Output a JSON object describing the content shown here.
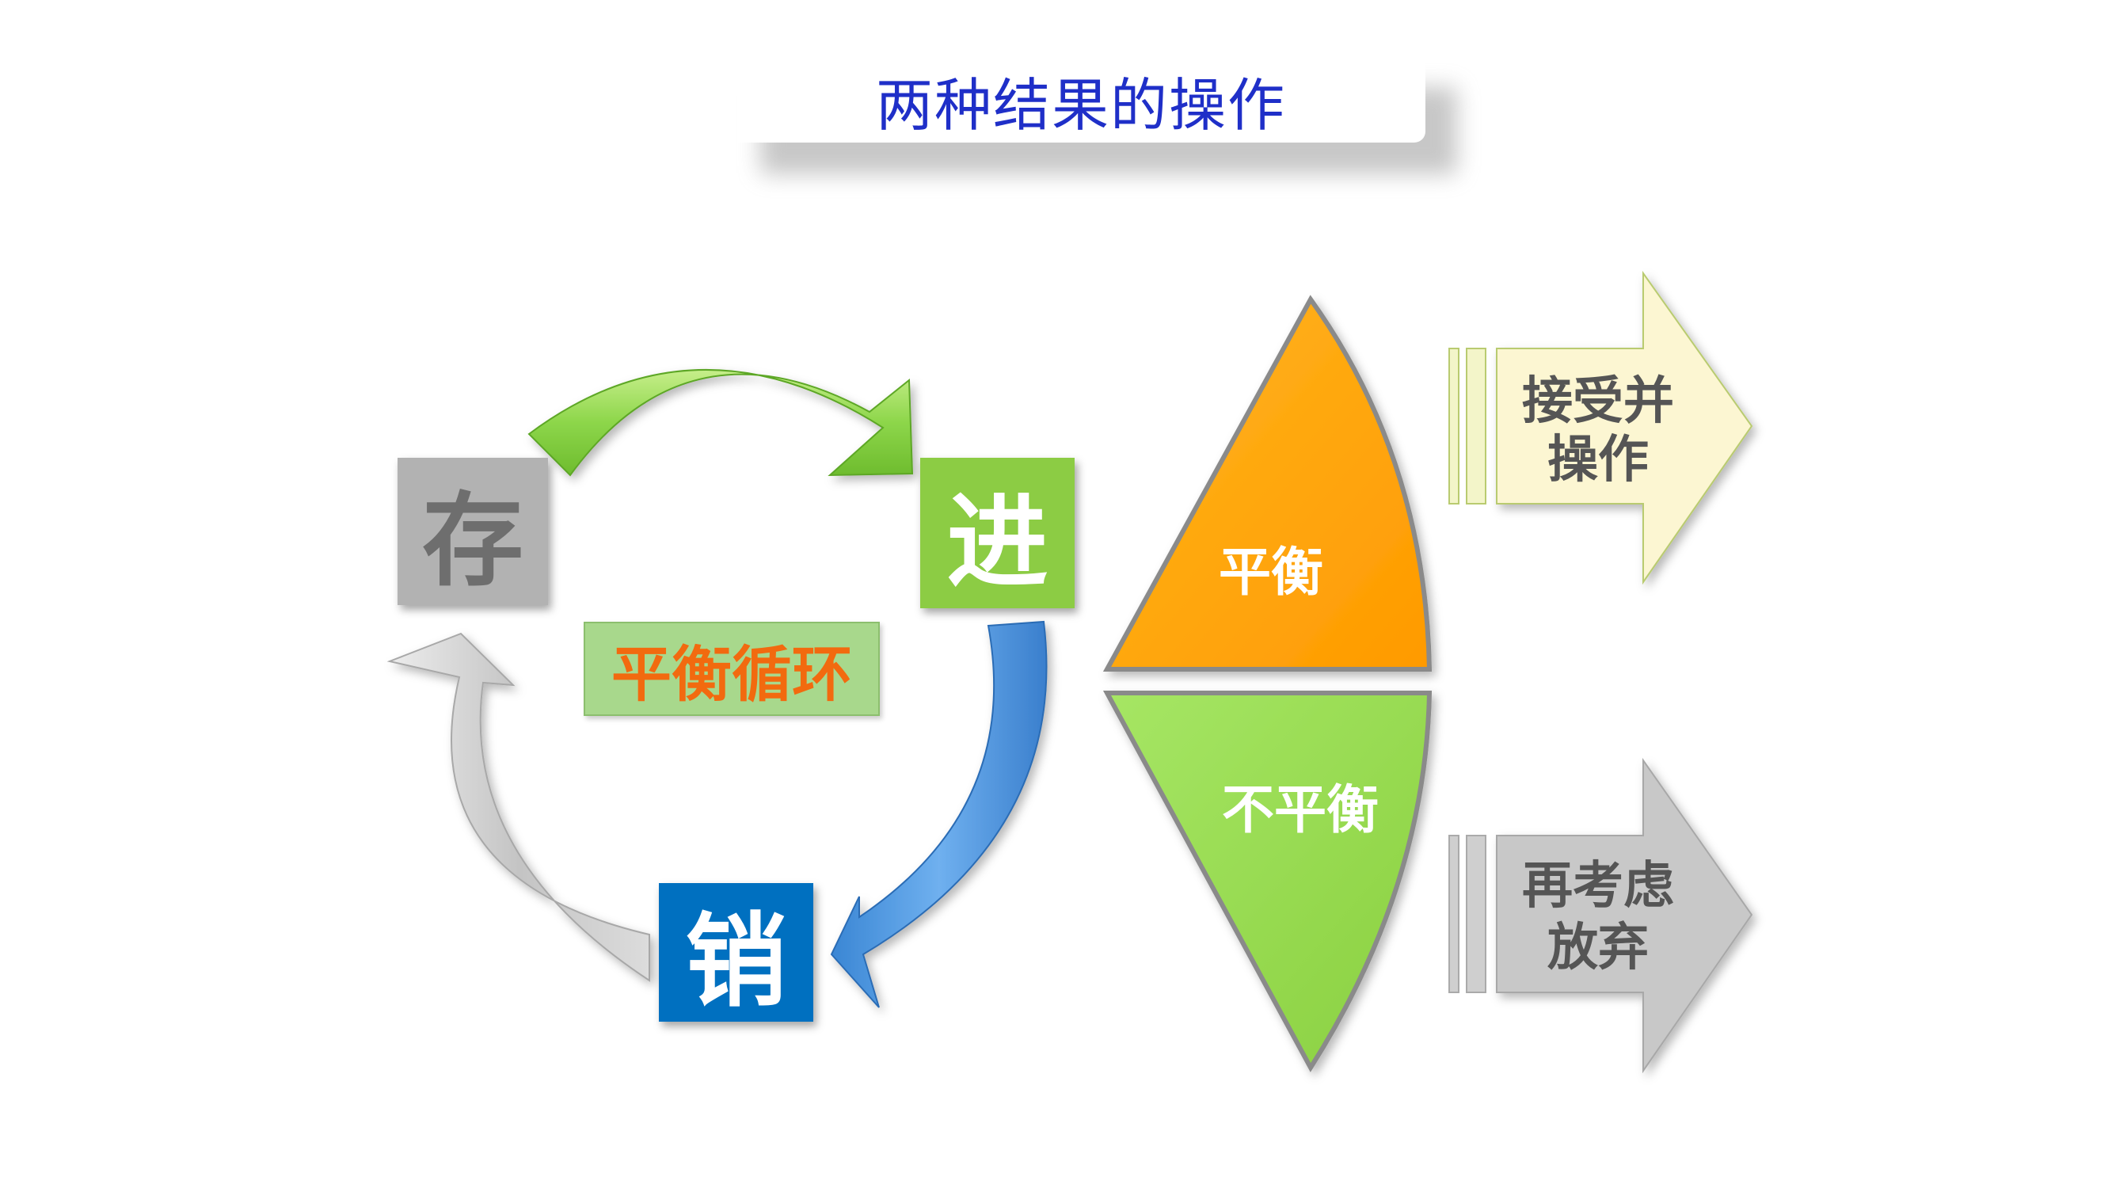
{
  "title": "两种结果的操作",
  "cycle": {
    "stock": "存",
    "purchase": "进",
    "sales": "销",
    "center_label": "平衡循环"
  },
  "results": {
    "balanced": "平衡",
    "unbalanced": "不平衡",
    "accept_line1": "接受并",
    "accept_line2": "操作",
    "reconsider_line1": "再考虑",
    "reconsider_line2": "放弃"
  },
  "colors": {
    "title_text": "#1f2fc8",
    "green_node": "#8ccc44",
    "gray_node": "#b2b2b2",
    "blue_node": "#0070c0",
    "orange_triangle": "#ffa300",
    "green_triangle": "#9ee05a",
    "center_text": "#f26a0f"
  }
}
